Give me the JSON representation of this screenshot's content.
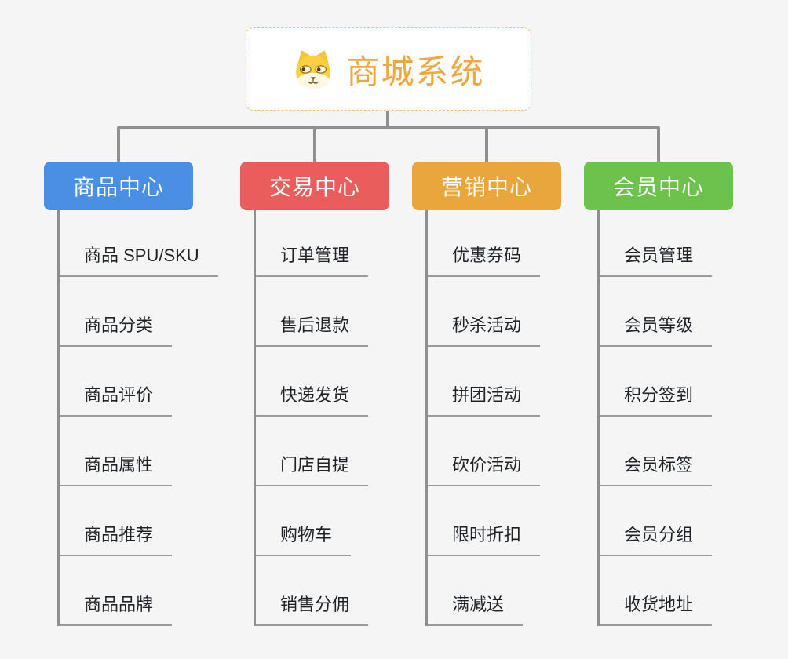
{
  "root": {
    "title": "商城系统",
    "icon": "dog-icon",
    "title_color": "#F0A83E",
    "border_color": "#F1C078"
  },
  "branches": [
    {
      "label": "商品中心",
      "color": "#4A8FE3",
      "children": [
        "商品 SPU/SKU",
        "商品分类",
        "商品评价",
        "商品属性",
        "商品推荐",
        "商品品牌"
      ]
    },
    {
      "label": "交易中心",
      "color": "#E95D5D",
      "children": [
        "订单管理",
        "售后退款",
        "快递发货",
        "门店自提",
        "购物车",
        "销售分佣"
      ]
    },
    {
      "label": "营销中心",
      "color": "#E9A63D",
      "children": [
        "优惠券码",
        "秒杀活动",
        "拼团活动",
        "砍价活动",
        "限时折扣",
        "满减送"
      ]
    },
    {
      "label": "会员中心",
      "color": "#6DC14D",
      "children": [
        "会员管理",
        "会员等级",
        "积分签到",
        "会员标签",
        "会员分组",
        "收货地址"
      ]
    }
  ],
  "colors": {
    "background": "#F5F5F6",
    "connector": "#8F8F8F",
    "leaf_underline": "#9A9A9A",
    "leaf_text": "#1F2327",
    "branch_text": "#FFFFFF"
  }
}
